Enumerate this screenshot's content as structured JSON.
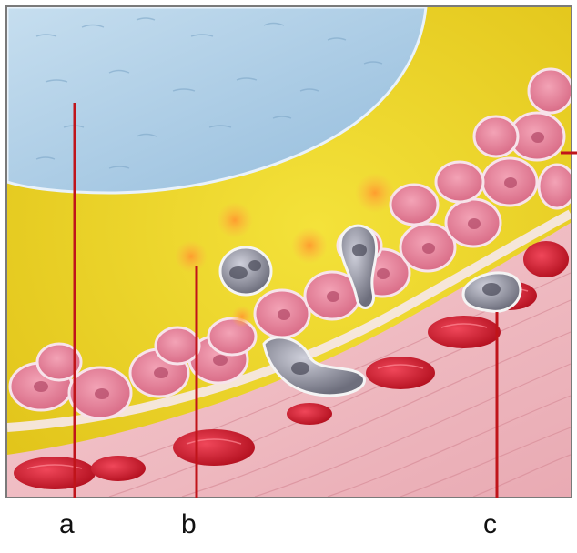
{
  "labels": {
    "a": "a",
    "b": "b",
    "c": "c"
  },
  "colors": {
    "frame": "#6f6f6f",
    "plasma_yellow": "#eed623",
    "droplet_blue": "#a9cbe6",
    "endothelium_pink": "#e47f99",
    "red_cell": "#d61f35",
    "muscle_pink": "#f2c1c8",
    "leukocyte_gray": "#8c8c98",
    "pointer_line": "#c0141a"
  }
}
